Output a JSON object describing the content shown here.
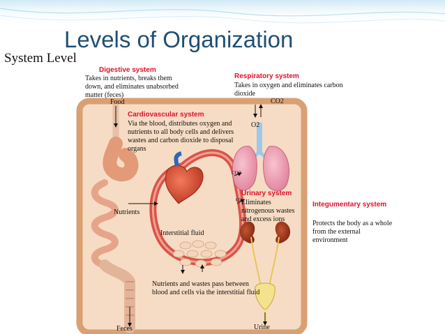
{
  "slide": {
    "title": "Levels of Organization",
    "subtitle": "System Level"
  },
  "digestive": {
    "heading": "Digestive system",
    "description": "Takes in nutrients, breaks them down, and eliminates unabsorbed matter (feces)"
  },
  "respiratory": {
    "heading": "Respiratory system",
    "description": "Takes in oxygen and eliminates carbon dioxide"
  },
  "cardiovascular": {
    "heading": "Cardiovascular system",
    "description": "Via the blood, distributes oxygen and nutrients to all body cells and delivers wastes and carbon dioxide to disposal organs"
  },
  "urinary": {
    "heading": "Urinary system",
    "description": "Eliminates nitrogenous wastes and excess ions"
  },
  "integumentary": {
    "heading": "Integumentary system",
    "description": "Protects the body as a whole from the external environment"
  },
  "labels": {
    "food": "Food",
    "co2_top": "CO2",
    "o2_top": "O2",
    "co2_lungs": "CO2",
    "o2_lungs": "O2",
    "nutrients": "Nutrients",
    "interstitial_fluid": "Interstitial fluid",
    "exchange_note": "Nutrients and wastes pass between blood and cells via the interstitial fluid",
    "feces": "Feces",
    "urine": "Urine"
  }
}
